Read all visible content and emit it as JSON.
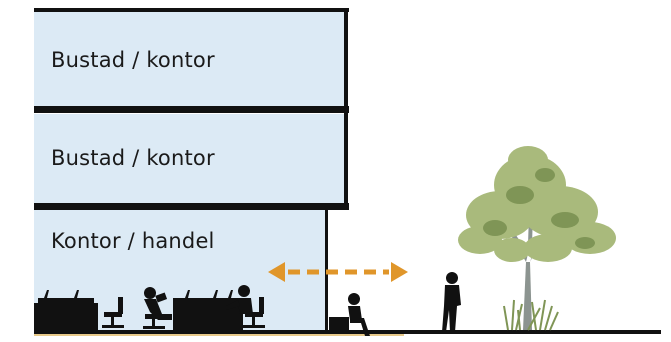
{
  "floors": [
    {
      "label": "Bustad / kontor"
    },
    {
      "label": "Bustad / kontor"
    },
    {
      "label": "Kontor / handel"
    }
  ],
  "colors": {
    "floor_fill": "#dceaf5",
    "wall": "#111111",
    "arrow": "#e0962a",
    "ground": "#111111",
    "ground_accent": "#e7c98a",
    "tree_leaf": "#a9ba7c",
    "tree_leaf_dark": "#7f9556",
    "tree_trunk": "#8c9490",
    "silhouette": "#111111"
  },
  "icons": [
    "double-arrow-icon",
    "tree-icon",
    "person-walking-icon",
    "person-sitting-icon",
    "office-desk-icon",
    "office-chair-icon",
    "grass-icon"
  ]
}
